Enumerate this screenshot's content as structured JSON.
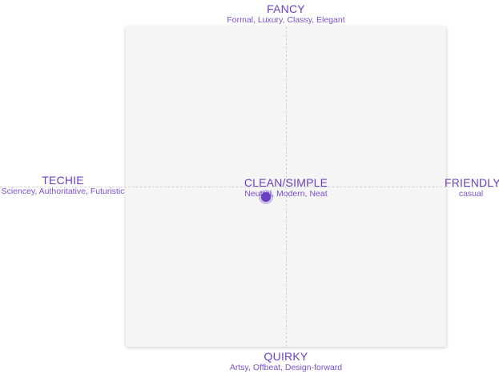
{
  "colors": {
    "accent": "#6a3fc0",
    "panel": "#f5f5f5",
    "gridline": "#d2d2d2"
  },
  "quadrant": {
    "top": {
      "title": "FANCY",
      "subtitle": "Formal, Luxury, Classy, Elegant"
    },
    "bottom": {
      "title": "QUIRKY",
      "subtitle": "Artsy, Offbeat, Design-forward"
    },
    "left": {
      "title": "TECHIE",
      "subtitle": "Sciencey, Authoritative, Futuristic"
    },
    "right": {
      "title": "FRIENDLY",
      "subtitle": "casual"
    },
    "center": {
      "title": "CLEAN/SIMPLE",
      "subtitle": "Neutral, Modern, Neat"
    }
  },
  "marker": {
    "x": -0.13,
    "y": -0.06
  }
}
